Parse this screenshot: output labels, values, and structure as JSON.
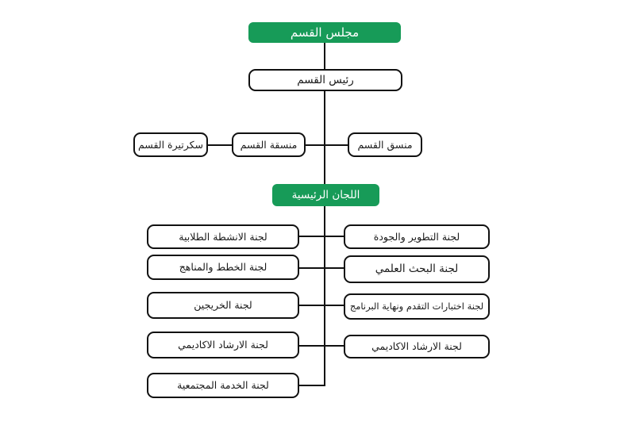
{
  "page": {
    "background": "#ffffff",
    "description_colors": {
      "accent_green": "#179b58",
      "box_border": "#111111",
      "line": "#111111",
      "text_dark": "#1a1a1a",
      "text_light": "#ffffff"
    }
  },
  "org_chart": {
    "type": "org-tree",
    "nodes": {
      "council": "مجلس القسم",
      "head": "رئيس القسم",
      "secretary": "سكرتيرة القسم",
      "coordinator_female": "منسقة القسم",
      "coordinator_male": "منسق القسم",
      "committees_header": "اللجان الرئيسية"
    },
    "left_committees": [
      "لجنة الانشطة الطلابية",
      "لجنة الخطط والمناهج",
      "لجنة الخريجين",
      "لجنة الارشاد الاكاديمي",
      "لجنة الخدمة المجتمعية"
    ],
    "right_committees": [
      "لجنة التطوير والجودة",
      "لجنة البحث العلمي",
      "لجنة اختبارات التقدم ونهاية البرنامج",
      "لجنة الارشاد الاكاديمي"
    ]
  }
}
